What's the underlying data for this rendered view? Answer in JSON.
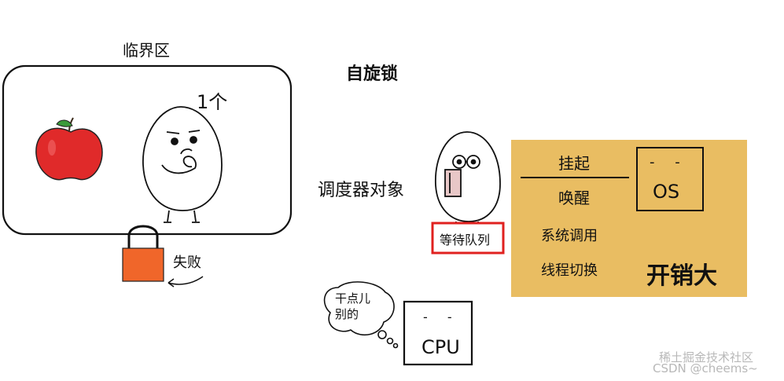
{
  "critical_section": {
    "title": "临界区",
    "count_label": "1个"
  },
  "lock": {
    "fail_label": "失败"
  },
  "main_title": "自旋锁",
  "scheduler": {
    "label": "调度器对象",
    "queue_label": "等待队列"
  },
  "os_panel": {
    "suspend": "挂起",
    "wake": "唤醒",
    "syscall": "系统调用",
    "thread_switch": "线程切换",
    "os_face": "- -",
    "os_label": "OS",
    "overhead": "开销大"
  },
  "cpu": {
    "thought": "干点儿别的",
    "face": "- -",
    "label": "CPU"
  },
  "watermark": {
    "line1": "稀土掘金技术社区",
    "line2": "CSDN @cheems~"
  },
  "colors": {
    "apple": "#e02a2a",
    "lock_body": "#f0662a",
    "panel": "#e9bd62",
    "queue_border": "#e0211f"
  }
}
